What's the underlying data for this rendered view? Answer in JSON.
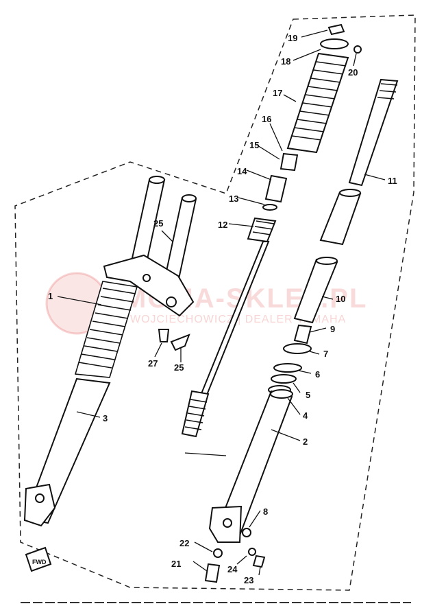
{
  "watermark": {
    "title": "MOMA-SKLEP.PL",
    "subtitle": "WOJCIECHOWICZ | DEALER YAMAHA"
  },
  "fwd_badge": "FWD",
  "callouts": [
    {
      "id": "1",
      "label": "1"
    },
    {
      "id": "2",
      "label": "2"
    },
    {
      "id": "3",
      "label": "3"
    },
    {
      "id": "4",
      "label": "4"
    },
    {
      "id": "5",
      "label": "5"
    },
    {
      "id": "6",
      "label": "6"
    },
    {
      "id": "7",
      "label": "7"
    },
    {
      "id": "8",
      "label": "8"
    },
    {
      "id": "9",
      "label": "9"
    },
    {
      "id": "10",
      "label": "10"
    },
    {
      "id": "11",
      "label": "11"
    },
    {
      "id": "12",
      "label": "12"
    },
    {
      "id": "13",
      "label": "13"
    },
    {
      "id": "14",
      "label": "14"
    },
    {
      "id": "15",
      "label": "15"
    },
    {
      "id": "16",
      "label": "16"
    },
    {
      "id": "17",
      "label": "17"
    },
    {
      "id": "18",
      "label": "18"
    },
    {
      "id": "19",
      "label": "19"
    },
    {
      "id": "20",
      "label": "20"
    },
    {
      "id": "21",
      "label": "21"
    },
    {
      "id": "22",
      "label": "22"
    },
    {
      "id": "23",
      "label": "23"
    },
    {
      "id": "24",
      "label": "24"
    },
    {
      "id": "25a",
      "label": "25"
    },
    {
      "id": "25b",
      "label": "25"
    },
    {
      "id": "27",
      "label": "27"
    }
  ]
}
